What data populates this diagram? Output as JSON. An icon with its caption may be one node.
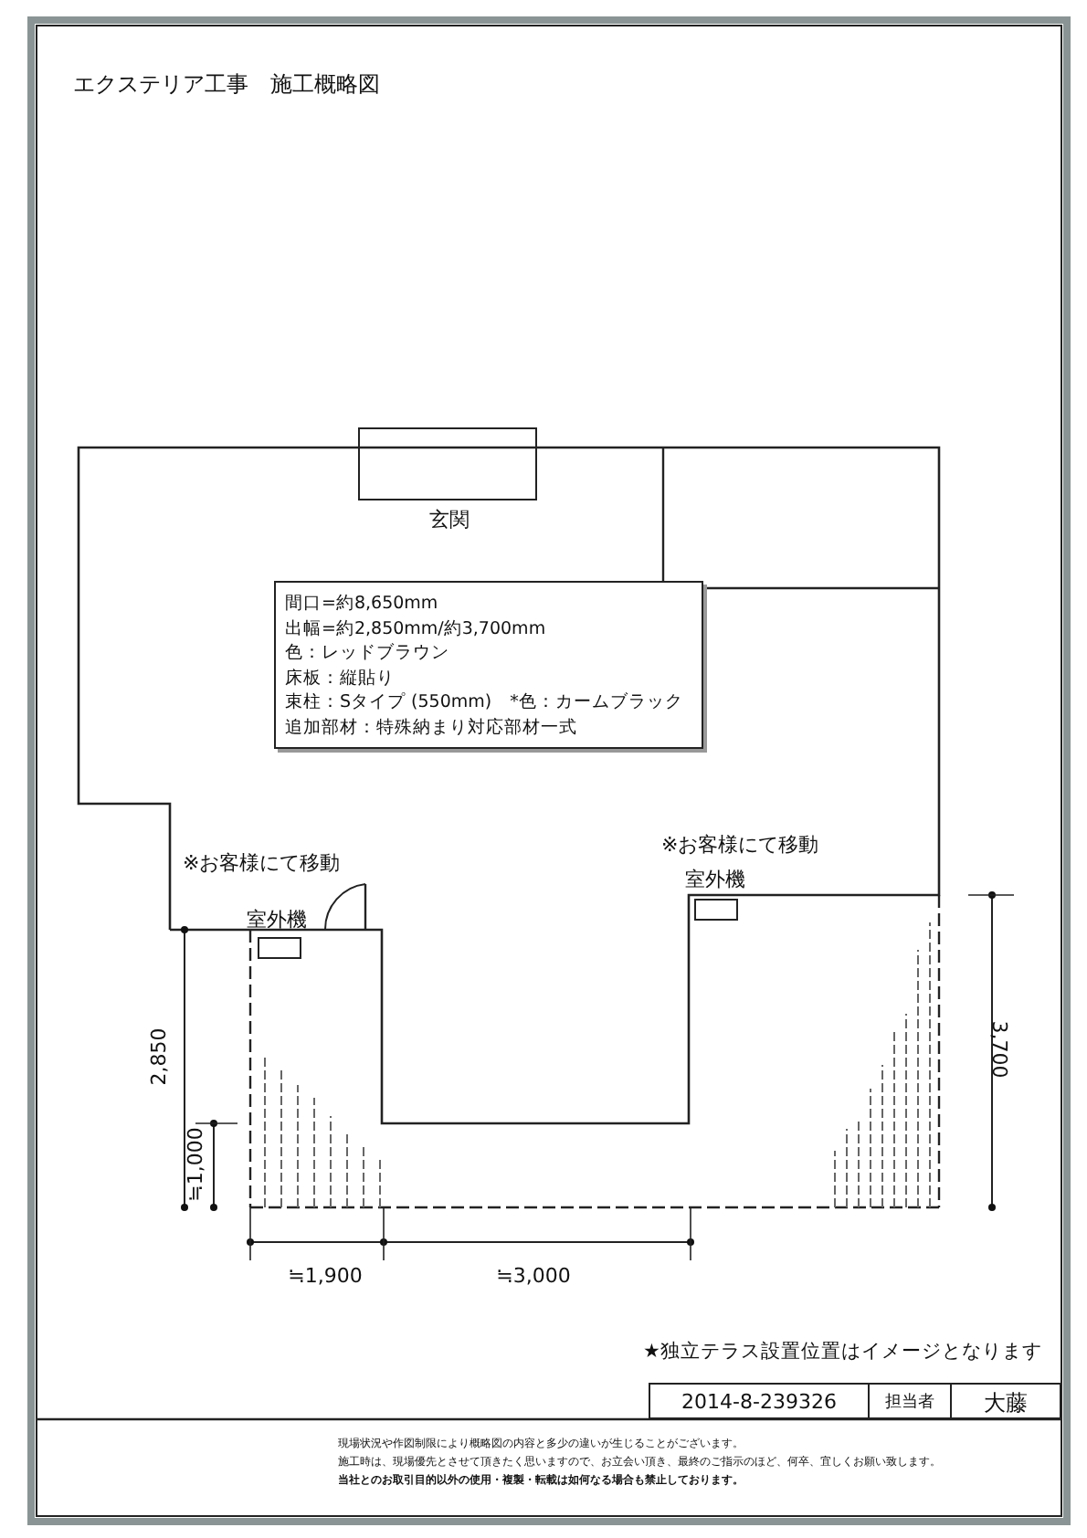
{
  "diagram": {
    "title": "エクステリア工事　施工概略図",
    "nodes": [
      {
        "text": [
          "玄関"
        ]
      },
      {
        "text": [
          "間口=約8,650mm",
          "出幅=約2,850mm/約3,700mm",
          "色：レッドブラウン",
          "床板：縦貼り",
          "束柱：Sタイプ (550mm)　*色：カームブラック",
          "追加部材：特殊納まり対応部材一式"
        ]
      },
      {
        "text": [
          "室外機"
        ],
        "beside": [
          "※お客様にて移動"
        ]
      },
      {
        "text": [
          "室外機"
        ],
        "beside": [
          "※お客様にて移動"
        ]
      }
    ],
    "labels": [
      "2,850",
      "≒1,000",
      "3,700",
      "≒1,900",
      "≒3,000",
      "★独立テラス設置位置はイメージとなります",
      "2014-8-239326",
      "担当者",
      "大藤",
      "現場状況や作図制限により概略図の内容と多少の違いが生じることがございます。",
      "施工時は、現場優先とさせて頂きたく思いますので、お立会い頂き、最終のご指示のほど、何卒、宜しくお願い致します。",
      "当社とのお取引目的以外の使用・複製・転載は如何なる場合も禁止しております。"
    ]
  }
}
